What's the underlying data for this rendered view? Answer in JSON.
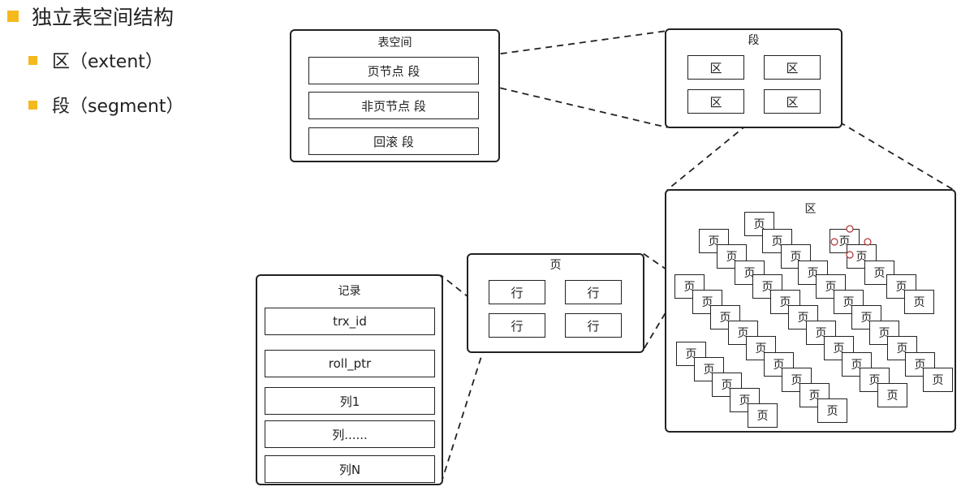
{
  "colors": {
    "bullet": "#F5B91E",
    "line": "#222222"
  },
  "bullets": {
    "main": "独立表空间结构",
    "sub1": "区（extent）",
    "sub2": "段（segment）"
  },
  "tablespace": {
    "title": "表空间",
    "items": [
      "页节点 段",
      "非页节点 段",
      "回滚 段"
    ]
  },
  "segment": {
    "title": "段",
    "items": [
      "区",
      "区",
      "区",
      "区"
    ]
  },
  "extent": {
    "title": "区",
    "page_label": "页"
  },
  "page": {
    "title": "页",
    "items": [
      "行",
      "行",
      "行",
      "行"
    ]
  },
  "record": {
    "title": "记录",
    "items": [
      "trx_id",
      "roll_ptr",
      "列1",
      "列......",
      "列N"
    ]
  }
}
